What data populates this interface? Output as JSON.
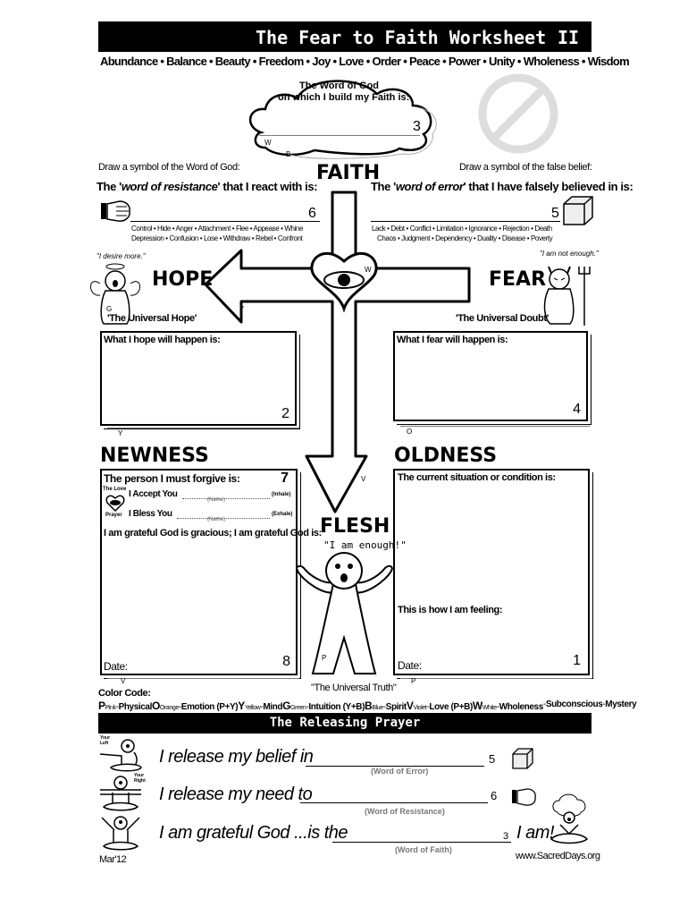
{
  "header": {
    "title": "The Fear to Faith Worksheet",
    "part": "II"
  },
  "values": "Abundance • Balance • Beauty • Freedom • Joy • Love • Order • Peace • Power • Unity • Wholeness • Wisdom",
  "cloud": {
    "line1": "The Word of God",
    "line2": "on which I build my Faith is:",
    "num": "3",
    "w": "W",
    "b": "B"
  },
  "faith": {
    "label": "FAITH",
    "draw_left": "Draw a symbol of the Word of God:",
    "draw_right": "Draw a symbol of the false belief:"
  },
  "resistance": {
    "pre": "The '",
    "em": "word of resistance",
    "post": "' that I react with is:",
    "num": "6",
    "list1": "Control • Hide • Anger • Attachment • Flee • Appease • Whine",
    "list2": "Depression • Confusion • Lose • Withdraw • Rebel • Confront"
  },
  "error": {
    "pre": "The '",
    "em": "word of error",
    "post": "' that I have falsely believed in is:",
    "num": "5",
    "list1": "Lack • Debt • Conflict • Limitation • Ignorance • Rejection • Death",
    "list2": "Chaos • Judgment • Dependency • Duality • Disease • Poverty"
  },
  "hope": {
    "quote": "\"I desire more.\"",
    "label": "HOPE",
    "universal": "'The Universal Hope'",
    "box_label": "What I hope will happen is:",
    "num": "2",
    "y": "Y",
    "g": "G",
    "y2": "Y"
  },
  "fear": {
    "quote": "\"I am not enough.\"",
    "label": "FEAR",
    "universal": "'The Universal Doubt'",
    "box_label": "What I fear will happen is:",
    "num": "4",
    "o": "O"
  },
  "center": {
    "w": "W",
    "v": "V"
  },
  "newness": {
    "label": "NEWNESS",
    "forgive": "The person I must forgive is:",
    "num": "7",
    "love_top": "The Love",
    "love_bottom": "Prayer",
    "accept": "I Accept You",
    "bless": "I Bless You",
    "name": "(Name)",
    "inhale": "(Inhale)",
    "exhale": "(Exhale)",
    "grateful": "I am grateful God is gracious; I am grateful God is:",
    "date": "Date:",
    "num8": "8",
    "v": "V"
  },
  "oldness": {
    "label": "OLDNESS",
    "situation": "The current situation  or condition is:",
    "feeling": "This is how I am feeling:",
    "date": "Date:",
    "num": "1",
    "p": "P"
  },
  "flesh": {
    "label": "FLESH",
    "quote": "\"I am enough!\"",
    "universal": "\"The Universal Truth\"",
    "p": "P"
  },
  "color_code": {
    "title": "Color Code:",
    "items": [
      {
        "letter": "P",
        "color": "Pink",
        "meaning": "Physical"
      },
      {
        "letter": "O",
        "color": "Orange",
        "meaning": "Emotion (P+Y)"
      },
      {
        "letter": "Y",
        "color": "Yellow",
        "meaning": "Mind"
      },
      {
        "letter": "G",
        "color": "Green",
        "meaning": "Intuition (Y+B)"
      },
      {
        "letter": "B",
        "color": "Blue",
        "meaning": "Spirit"
      },
      {
        "letter": "V",
        "color": "Violet",
        "meaning": "Love (P+B)"
      },
      {
        "letter": "W",
        "color": "White",
        "meaning": "Wholeness"
      },
      {
        "letter": "",
        "color": "",
        "meaning": "Subconscious"
      },
      {
        "letter": "",
        "color": "",
        "meaning": "Mystery"
      }
    ]
  },
  "prayer": {
    "title": "The Releasing Prayer",
    "your_left": "Your Left",
    "your_right": "Your Right",
    "rows": [
      {
        "text": "I release my belief in",
        "num": "5",
        "sub": "(Word of Error)"
      },
      {
        "text": "I release my need to",
        "num": "6",
        "sub": "(Word of Resistance)"
      },
      {
        "text": "I am grateful God ...is the",
        "num": "3",
        "sub": "(Word of Faith)",
        "end": "I am!"
      }
    ]
  },
  "footer": {
    "date": "Mar'12",
    "site": "www.SacredDays.org"
  }
}
